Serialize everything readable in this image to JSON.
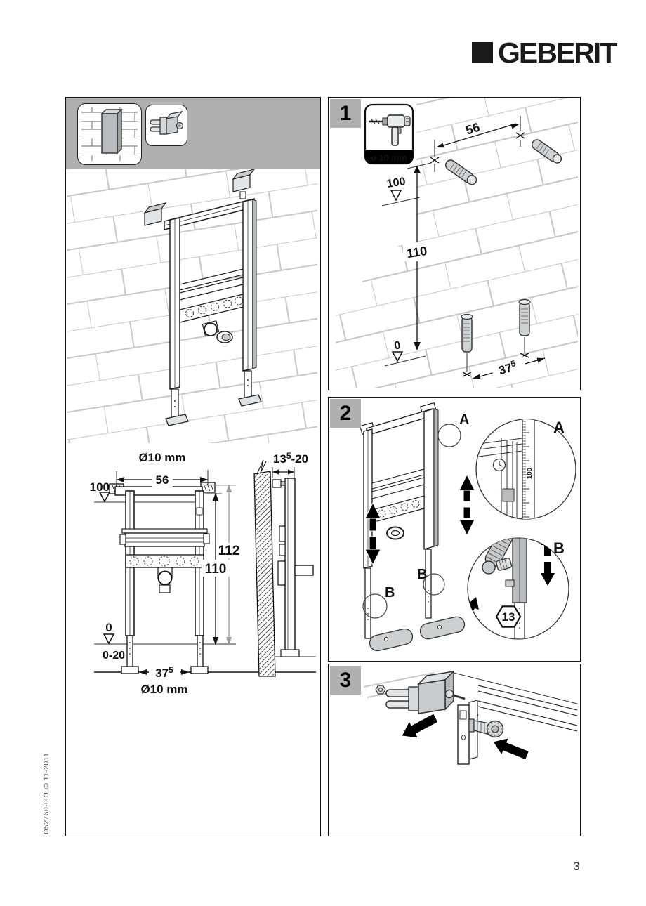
{
  "brand": {
    "logo_text": "GEBERIT"
  },
  "footer": {
    "doc_code": "D52760-001 © 11-2011",
    "page_number": "3"
  },
  "overview": {
    "icons": [
      "prewall-frame-icon",
      "clamp-bracket-icon"
    ],
    "dims": {
      "drill_top": "Ø10 mm",
      "width_top": "56",
      "ref_height": "100",
      "height_total": "112",
      "height_fixing": "110",
      "zero": "0",
      "floor_range": "0-20",
      "width_bottom": "37",
      "width_bottom_sup": "5",
      "drill_bottom": "Ø10 mm",
      "depth": "13",
      "depth_sup": "5",
      "depth_range": "-20"
    }
  },
  "steps": {
    "step1": {
      "number": "1",
      "drill_label": "ø 10 mm",
      "dims": {
        "width": "56",
        "ref_height": "100",
        "height": "110",
        "zero": "0",
        "spacing": "37",
        "spacing_sup": "5"
      }
    },
    "step2": {
      "number": "2",
      "detail_a_label": "A",
      "detail_b_label": "B",
      "ruler_value": "100",
      "wrench_size": "13"
    },
    "step3": {
      "number": "3"
    }
  }
}
